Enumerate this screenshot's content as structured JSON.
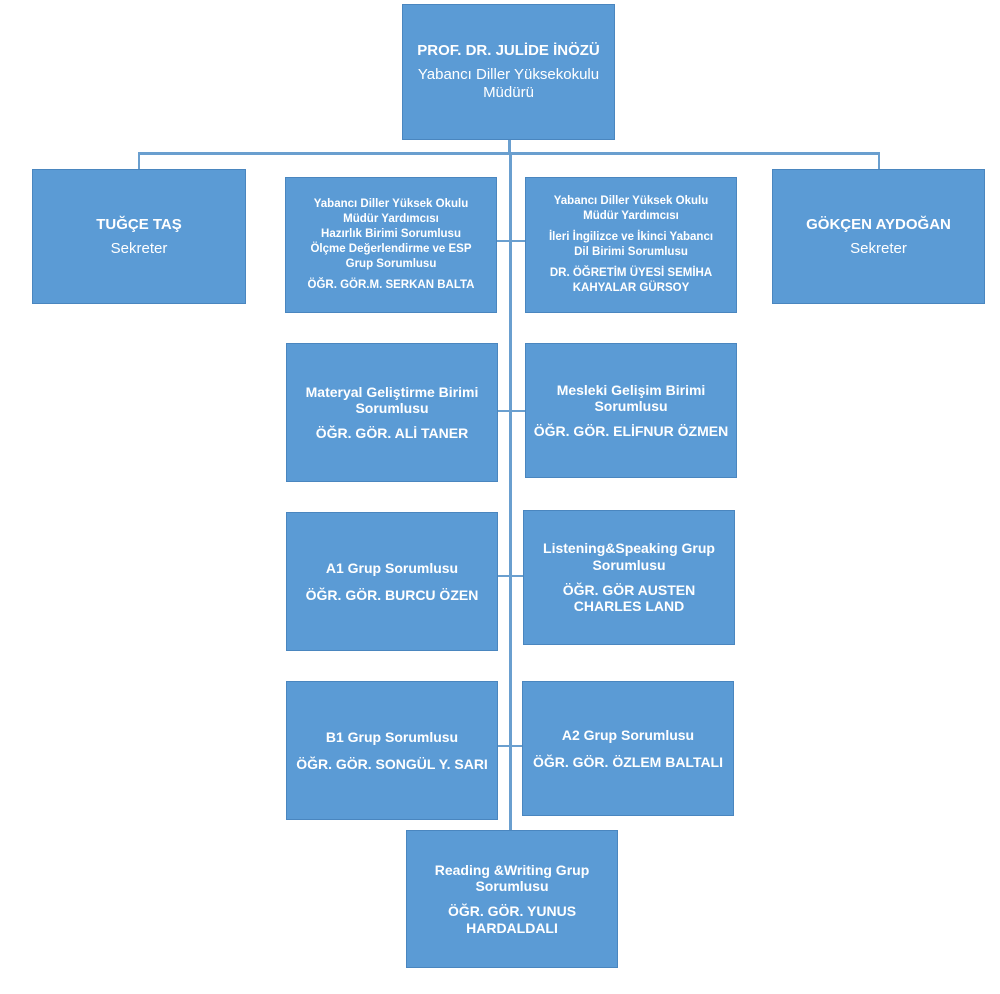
{
  "director": {
    "name": "PROF. DR. JULİDE İNÖZÜ",
    "title_line1": "Yabancı Diller Yüksekokulu",
    "title_line2": "Müdürü"
  },
  "secretary_left": {
    "name": "TUĞÇE TAŞ",
    "role": "Sekreter"
  },
  "secretary_right": {
    "name": "GÖKÇEN AYDOĞAN",
    "role": "Sekreter"
  },
  "deputy_left": {
    "lines": [
      "Yabancı Diller Yüksek Okulu",
      "Müdür Yardımcısı",
      "Hazırlık Birimi Sorumlusu",
      "Ölçme Değerlendirme ve ESP",
      "Grup Sorumlusu"
    ],
    "person": "ÖĞR. GÖR.M. SERKAN BALTA"
  },
  "deputy_right": {
    "lines": [
      "Yabancı Diller Yüksek Okulu",
      "Müdür Yardımcısı"
    ],
    "lines2": [
      "İleri İngilizce ve İkinci Yabancı",
      "Dil Birimi Sorumlusu"
    ],
    "person_line1": "DR. ÖĞRETİM ÜYESİ SEMİHA",
    "person_line2": "KAHYALAR GÜRSOY"
  },
  "material_unit": {
    "role_line1": "Materyal Geliştirme Birimi",
    "role_line2": "Sorumlusu",
    "person": "ÖĞR. GÖR. ALİ TANER"
  },
  "professional_dev": {
    "role_line1": "Mesleki Gelişim Birimi",
    "role_line2": "Sorumlusu",
    "person": "ÖĞR. GÖR. ELİFNUR ÖZMEN"
  },
  "a1_group": {
    "role": "A1 Grup Sorumlusu",
    "person": "ÖĞR. GÖR. BURCU ÖZEN"
  },
  "listening_speaking": {
    "role_line1": "Listening&Speaking Grup",
    "role_line2": "Sorumlusu",
    "person_line1": "ÖĞR. GÖR AUSTEN",
    "person_line2": "CHARLES LAND"
  },
  "b1_group": {
    "role": "B1 Grup Sorumlusu",
    "person": "ÖĞR. GÖR. SONGÜL Y. SARI"
  },
  "a2_group": {
    "role": "A2 Grup Sorumlusu",
    "person": "ÖĞR. GÖR. ÖZLEM BALTALI"
  },
  "reading_writing": {
    "role_line1": "Reading &Writing  Grup",
    "role_line2": "Sorumlusu",
    "person_line1": "ÖĞR. GÖR. YUNUS",
    "person_line2": "HARDALDALI"
  },
  "colors": {
    "box_fill": "#5b9bd5",
    "box_border": "#4a86bf",
    "connector": "#6a9fcf",
    "text": "#ffffff"
  }
}
